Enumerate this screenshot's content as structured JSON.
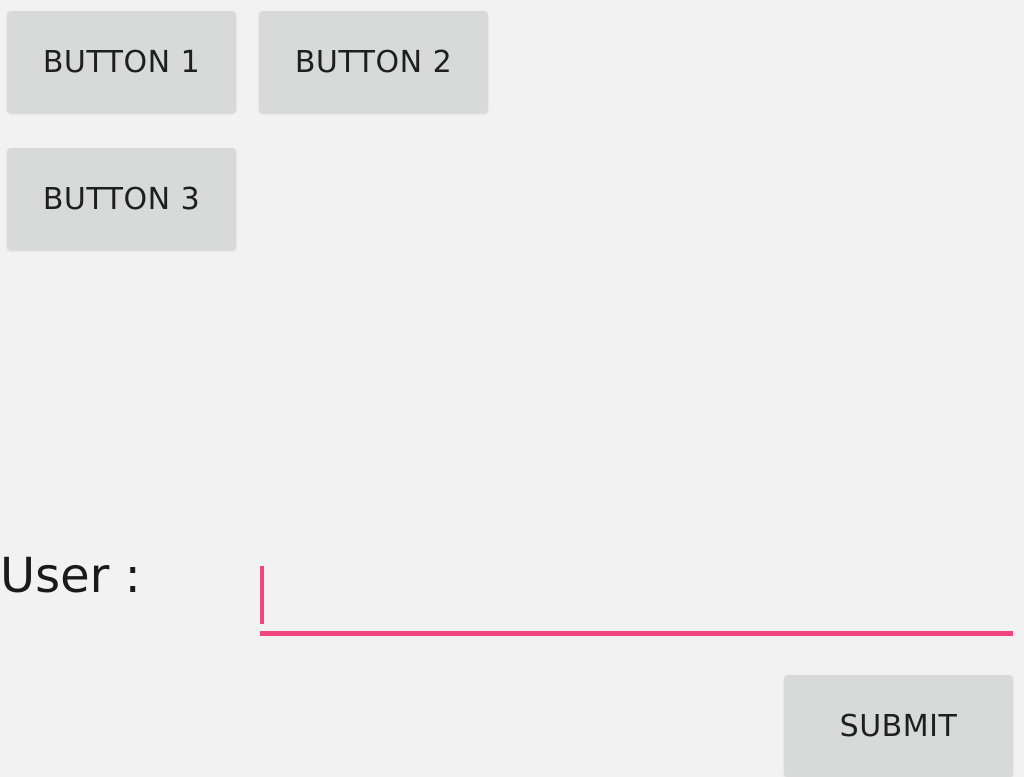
{
  "buttons": [
    {
      "label": "BUTTON 1"
    },
    {
      "label": "BUTTON 2"
    },
    {
      "label": "BUTTON 3"
    }
  ],
  "form": {
    "user_label": "User :",
    "user_value": "",
    "submit_label": "SUBMIT"
  },
  "colors": {
    "background": "#f2f2f2",
    "button_bg": "#d8dad9",
    "accent": "#f0457f",
    "text": "#1f1f1f"
  }
}
